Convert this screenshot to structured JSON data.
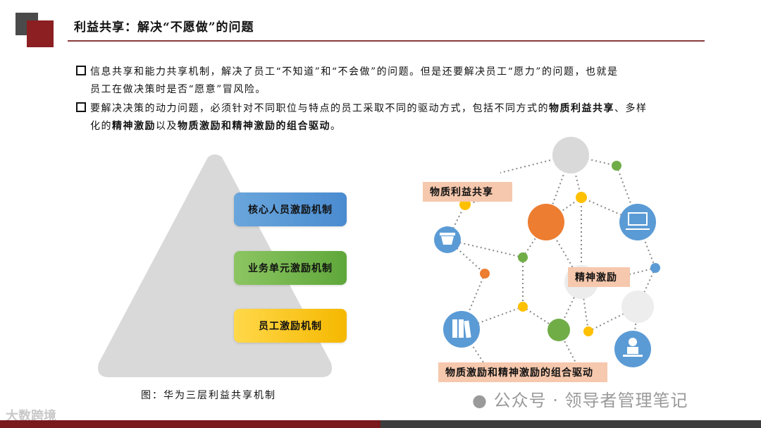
{
  "header": {
    "title": "利益共享：解决“不愿做”的问题"
  },
  "bullets": [
    {
      "line1": "信息共享和能力共享机制，解决了员工“不知道”和“不会做”的问题。但是还要解决员工“愿力”的问题，也就是",
      "line2": "员工在做决策时是否“愿意”冒风险。"
    },
    {
      "line1_a": "要解决决策的动力问题，必须针对不同职位与特点的员工采取不同的驱动方式，包括不同方式的",
      "line1_b": "物质利益共享",
      "line1_c": "、多样",
      "line2_a": "化的",
      "line2_b": "精神激励",
      "line2_c": "以及",
      "line2_d": "物质激励和精神激励的组合驱动",
      "line2_e": "。"
    }
  ],
  "pyramid": {
    "tiers": [
      {
        "label": "核心人员激励机制",
        "color": "#5b9bd5"
      },
      {
        "label": "业务单元激励机制",
        "color": "#70ad47"
      },
      {
        "label": "员工激励机制",
        "color": "#ffc000"
      }
    ],
    "caption": "图：华为三层利益共享机制"
  },
  "network": {
    "labels": [
      "物质利益共享",
      "精神激励",
      "物质激励和精神激励的组合驱动"
    ],
    "icons": [
      "shopping-basket-icon",
      "laptop-icon",
      "books-icon",
      "reader-icon"
    ]
  },
  "watermarks": {
    "right": "公众号 · 领导者管理笔记",
    "left": "大数跨境"
  },
  "colors": {
    "accent_red": "#8b1f22",
    "dark_gray": "#3d3d3d",
    "label_bg": "#f6c8ad"
  }
}
